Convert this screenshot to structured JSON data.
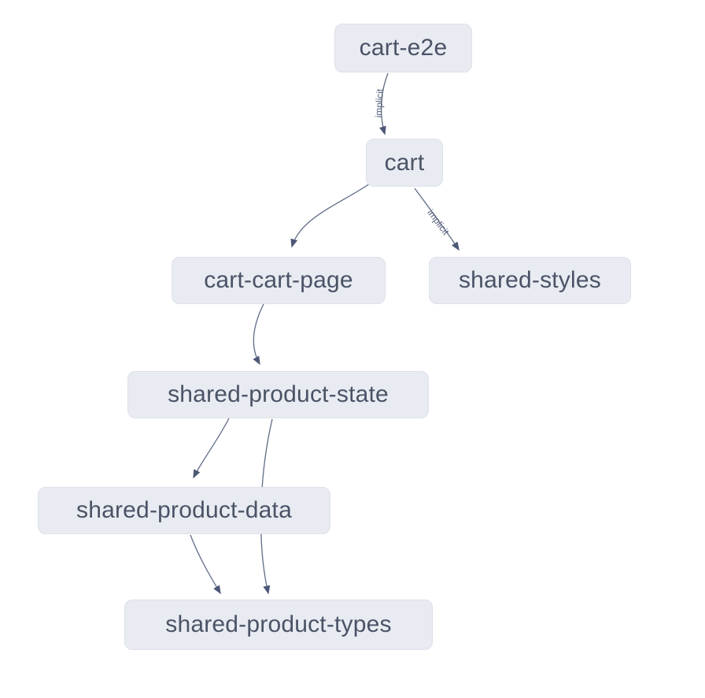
{
  "diagram": {
    "kind": "project-dependency-graph",
    "background_color": "#ffffff",
    "node_fill_color": "#e8ebf1",
    "node_border_color": "#dde1e9",
    "node_text_color": "#4a5366",
    "edge_color": "#5f6b85",
    "arrow_color": "#4c5876",
    "edge_label_color": "#58627b",
    "nodes": [
      {
        "id": "cart-e2e",
        "label": "cart-e2e"
      },
      {
        "id": "cart",
        "label": "cart"
      },
      {
        "id": "cart-cart-page",
        "label": "cart-cart-page"
      },
      {
        "id": "shared-styles",
        "label": "shared-styles"
      },
      {
        "id": "shared-product-state",
        "label": "shared-product-state"
      },
      {
        "id": "shared-product-data",
        "label": "shared-product-data"
      },
      {
        "id": "shared-product-types",
        "label": "shared-product-types"
      }
    ],
    "edges": [
      {
        "source": "cart-e2e",
        "target": "cart",
        "label": "implicit"
      },
      {
        "source": "cart",
        "target": "cart-cart-page",
        "label": ""
      },
      {
        "source": "cart",
        "target": "shared-styles",
        "label": "implicit"
      },
      {
        "source": "cart-cart-page",
        "target": "shared-product-state",
        "label": ""
      },
      {
        "source": "shared-product-state",
        "target": "shared-product-data",
        "label": ""
      },
      {
        "source": "shared-product-state",
        "target": "shared-product-types",
        "label": ""
      },
      {
        "source": "shared-product-data",
        "target": "shared-product-types",
        "label": ""
      }
    ]
  }
}
